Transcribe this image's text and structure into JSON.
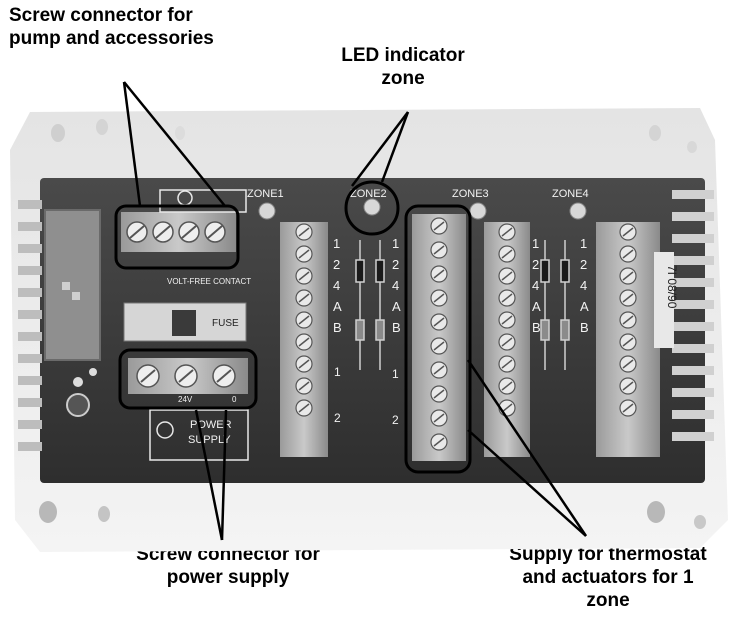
{
  "callouts": {
    "pump": [
      "Screw connector for",
      "pump and accessories"
    ],
    "led": [
      "LED indicator",
      "zone"
    ],
    "power": [
      "Screw connector for",
      "power supply"
    ],
    "zone_supply": [
      "Supply for thermostat",
      "and actuators for 1",
      "zone"
    ]
  },
  "board": {
    "zone_labels": [
      "ZONE1",
      "ZONE2",
      "ZONE3",
      "ZONE4"
    ],
    "terminal_labels": [
      "1",
      "2",
      "4",
      "A",
      "B"
    ],
    "terminal_group_labels": [
      "1",
      "2"
    ],
    "volt_free_label": "VOLT-FREE CONTACT",
    "power_label_lines": [
      "POWER",
      "SUPPLY"
    ],
    "power_voltage": "24V",
    "power_marks": [
      "0"
    ],
    "fuse_label": "FUSE",
    "side_text": "7I 08/90"
  }
}
